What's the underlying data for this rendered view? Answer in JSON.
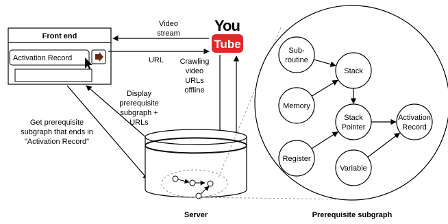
{
  "frontend": {
    "title": "Front end",
    "input_value": "Activation Record"
  },
  "youtube": {
    "you": "You",
    "tube": "Tube"
  },
  "edge_labels": {
    "video_stream": [
      "Video",
      "stream"
    ],
    "url": "URL",
    "crawling": [
      "Crawling",
      "video",
      "URLs",
      "offline"
    ],
    "display": [
      "Display",
      "prerequisite",
      "subgraph +",
      "URLs"
    ],
    "get": [
      "Get prerequisite",
      "subgraph that ends in",
      "\"Activation Record\""
    ]
  },
  "captions": {
    "server": "Server",
    "subgraph": "Prerequisite subgraph"
  },
  "graph": {
    "nodes": [
      {
        "id": "subroutine",
        "lines": [
          "Sub-",
          "routine"
        ]
      },
      {
        "id": "stack",
        "lines": [
          "Stack"
        ]
      },
      {
        "id": "memory",
        "lines": [
          "Memory"
        ]
      },
      {
        "id": "stack-pointer",
        "lines": [
          "Stack",
          "Pointer"
        ]
      },
      {
        "id": "activation-record",
        "lines": [
          "Activation",
          "Record"
        ]
      },
      {
        "id": "register",
        "lines": [
          "Register"
        ]
      },
      {
        "id": "variable",
        "lines": [
          "Variable"
        ]
      }
    ],
    "edges": [
      [
        "subroutine",
        "stack"
      ],
      [
        "memory",
        "stack"
      ],
      [
        "stack",
        "stack-pointer"
      ],
      [
        "register",
        "stack-pointer"
      ],
      [
        "stack-pointer",
        "activation-record"
      ],
      [
        "variable",
        "activation-record"
      ]
    ]
  },
  "colors": {
    "youtube_red": "#e0282a",
    "stroke": "#000000",
    "dashed": "#9a9a9a"
  }
}
